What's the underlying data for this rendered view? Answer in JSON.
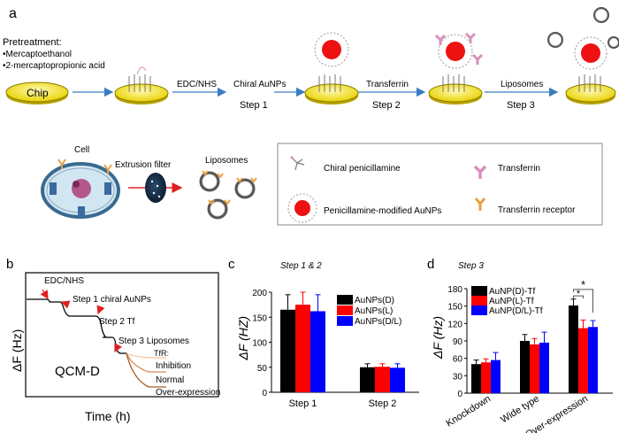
{
  "panels": {
    "a": {
      "letter": "a",
      "pretreatment": {
        "title": "Pretreatment:",
        "items": [
          "•Mercaptoethanol",
          "•2-mercaptopropionic acid"
        ]
      },
      "chip_label": "Chip",
      "arrows": {
        "edc": "EDC/NHS",
        "chiral": "Chiral AuNPs",
        "step1": "Step 1",
        "transferrin": "Transferrin",
        "step2": "Step 2",
        "liposomes": "Liposomes",
        "step3": "Step 3"
      },
      "bottom": {
        "cell": "Cell",
        "extrusion": "Extrusion filter",
        "liposomes": "Liposomes"
      },
      "legend": {
        "penicillamine": "Chiral penicillamine",
        "aunp": "Penicillamine-modified AuNPs",
        "transferrin": "Transferrin",
        "receptor": "Transferrin receptor"
      }
    },
    "b": {
      "letter": "b",
      "labels": {
        "edc": "EDC/NHS",
        "step1": "Step 1 chiral AuNPs",
        "step2": "Step 2 Tf",
        "step3": "Step 3 Liposomes",
        "tfr": "TfR:",
        "inhibition": "Inhibition",
        "normal": "Normal",
        "overexp": "Over-expression",
        "qcm": "QCM-D",
        "ylabel": "ΔF (Hz)",
        "xlabel": "Time (h)"
      }
    }
  },
  "colors": {
    "d": "#000000",
    "l": "#ff0000",
    "dl": "#0000ff",
    "arrow_blue": "#3a7cc0",
    "orange": "#e8a860",
    "red_particle": "#ee1111"
  },
  "chart_data": [
    {
      "type": "bar",
      "panel": "c",
      "title": "Step 1 & 2",
      "xlabel": "",
      "ylabel": "ΔF (HZ)",
      "ylim": [
        0,
        200
      ],
      "yticks": [
        0,
        50,
        100,
        150,
        200
      ],
      "categories": [
        "Step 1",
        "Step 2"
      ],
      "series": [
        {
          "name": "AuNPs(D)",
          "color": "#000000",
          "values": [
            165,
            50
          ],
          "errors": [
            30,
            7
          ]
        },
        {
          "name": "AuNPs(L)",
          "color": "#ff0000",
          "values": [
            175,
            51
          ],
          "errors": [
            25,
            6
          ]
        },
        {
          "name": "AuNPs(D/L)",
          "color": "#0000ff",
          "values": [
            162,
            49
          ],
          "errors": [
            33,
            8
          ]
        }
      ],
      "legend": "top-right",
      "grid": false
    },
    {
      "type": "bar",
      "panel": "d",
      "title": "Step 3",
      "xlabel": "",
      "ylabel": "ΔF (Hz)",
      "ylim": [
        0,
        180
      ],
      "yticks": [
        0,
        30,
        60,
        90,
        120,
        150,
        180
      ],
      "categories": [
        "Knockdown",
        "Wide type",
        "Over-expression"
      ],
      "series": [
        {
          "name": "AuNP(D)-Tf",
          "color": "#000000",
          "values": [
            50,
            90,
            151
          ],
          "errors": [
            7,
            11,
            11
          ]
        },
        {
          "name": "AuNP(L)-Tf",
          "color": "#ff0000",
          "values": [
            53,
            84,
            112
          ],
          "errors": [
            6,
            10,
            14
          ]
        },
        {
          "name": "AuNP(D/L)-Tf",
          "color": "#0000ff",
          "values": [
            57,
            87,
            114
          ],
          "errors": [
            13,
            18,
            11
          ]
        }
      ],
      "annotations": [
        "*",
        "*"
      ],
      "legend": "top-left",
      "grid": false
    }
  ]
}
